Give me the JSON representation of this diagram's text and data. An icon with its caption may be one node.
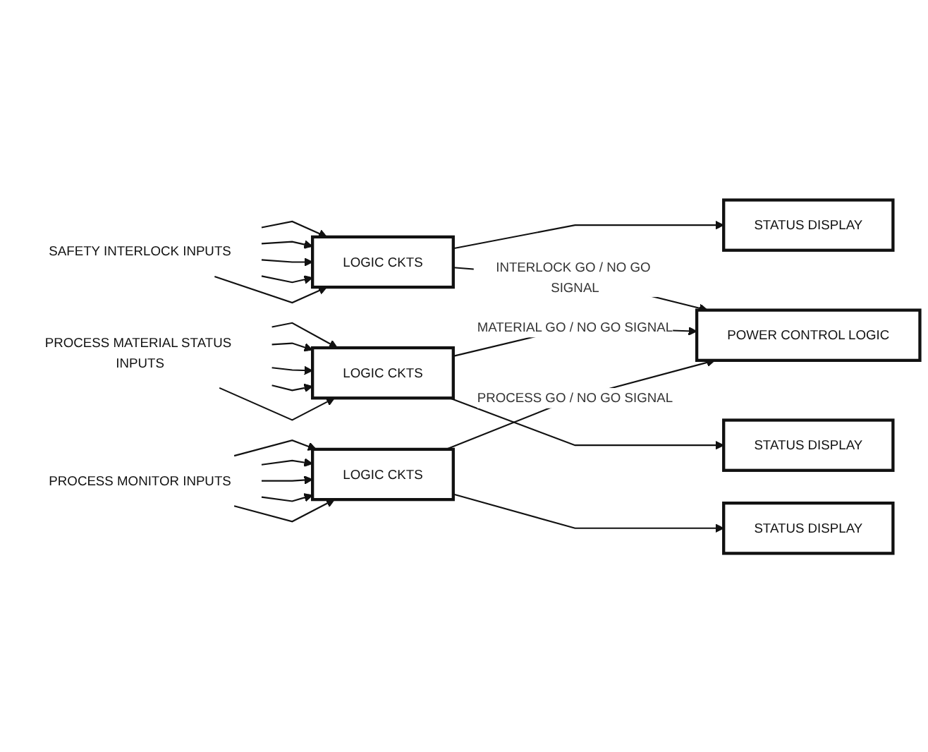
{
  "diagram": {
    "nodes": [
      {
        "text": [
          "SAFETY INTERLOCK INPUTS"
        ]
      },
      {
        "text": [
          "LOGIC CKTS"
        ]
      },
      {
        "text": [
          "STATUS DISPLAY"
        ]
      },
      {
        "text": [
          "PROCESS MATERIAL STATUS INPUTS"
        ]
      },
      {
        "text": [
          "LOGIC CKTS"
        ]
      },
      {
        "text": [
          "STATUS DISPLAY"
        ]
      },
      {
        "text": [
          "POWER CONTROL LOGIC"
        ]
      },
      {
        "text": [
          "PROCESS MONITOR INPUTS"
        ]
      },
      {
        "text": [
          "LOGIC CKTS"
        ]
      },
      {
        "text": [
          "STATUS DISPLAY"
        ]
      }
    ],
    "edges": [
      {
        "from": 0,
        "to": 1,
        "arrow": "to"
      },
      {
        "from": 0,
        "to": 1,
        "arrow": "to"
      },
      {
        "from": 0,
        "to": 1,
        "arrow": "to"
      },
      {
        "from": 0,
        "to": 1,
        "arrow": "to"
      },
      {
        "from": 0,
        "to": 1,
        "arrow": "to"
      },
      {
        "from": 1,
        "to": 2,
        "arrow": "to"
      },
      {
        "from": 1,
        "to": 6,
        "arrow": "to",
        "label": "INTERLOCK GO / NO GO SIGNAL"
      },
      {
        "from": 3,
        "to": 4,
        "arrow": "to"
      },
      {
        "from": 3,
        "to": 4,
        "arrow": "to"
      },
      {
        "from": 3,
        "to": 4,
        "arrow": "to"
      },
      {
        "from": 3,
        "to": 4,
        "arrow": "to"
      },
      {
        "from": 3,
        "to": 4,
        "arrow": "to"
      },
      {
        "from": 4,
        "to": 5,
        "arrow": "to"
      },
      {
        "from": 4,
        "to": 6,
        "arrow": "to",
        "label": "MATERIAL GO / NO GO SIGNAL"
      },
      {
        "from": 7,
        "to": 8,
        "arrow": "to"
      },
      {
        "from": 7,
        "to": 8,
        "arrow": "to"
      },
      {
        "from": 7,
        "to": 8,
        "arrow": "to"
      },
      {
        "from": 7,
        "to": 8,
        "arrow": "to"
      },
      {
        "from": 7,
        "to": 8,
        "arrow": "to"
      },
      {
        "from": 8,
        "to": 9,
        "arrow": "to"
      },
      {
        "from": 8,
        "to": 6,
        "arrow": "to",
        "label": "PROCESS GO / NO GO SIGNAL"
      }
    ]
  }
}
